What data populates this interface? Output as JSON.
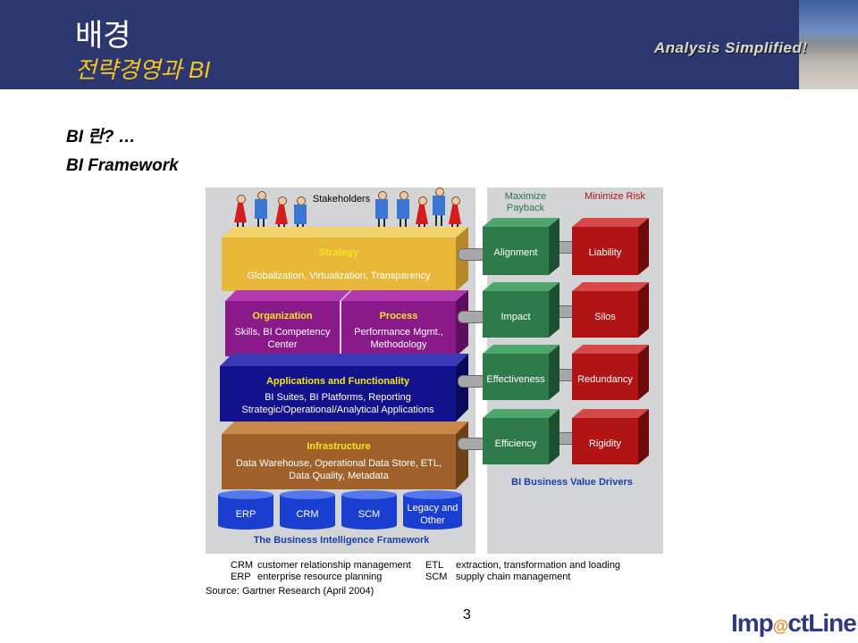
{
  "header": {
    "title": "배경",
    "subtitle": "전략경영과 BI",
    "tagline": "Analysis Simplified!"
  },
  "headings": {
    "h1": "BI 란? …",
    "h2": "BI Framework"
  },
  "diagram": {
    "stakeholders_label": "Stakeholders",
    "layers": [
      {
        "title": "Strategy",
        "text": "Globalization, Virtualization, Transparency",
        "color": "#e8b83a"
      },
      {
        "title": "Organization",
        "text": "Skills, BI Competency Center",
        "color": "#8a1a8a"
      },
      {
        "title": "Process",
        "text": "Performance Mgmt., Methodology",
        "color": "#8a1a8a"
      },
      {
        "title": "Applications and Functionality",
        "text": "BI Suites, BI Platforms, Reporting Strategic/Operational/Analytical Applications",
        "color": "#12128c"
      },
      {
        "title": "Infrastructure",
        "text": "Data Warehouse, Operational Data Store, ETL, Data Quality, Metadata",
        "color": "#a0622a"
      }
    ],
    "cylinders": [
      "ERP",
      "CRM",
      "SCM",
      "Legacy and Other"
    ],
    "framework_caption": "The Business Intelligence Framework",
    "maximize_header": "Maximize Payback",
    "minimize_header": "Minimize Risk",
    "payback": [
      "Alignment",
      "Impact",
      "Effectiveness",
      "Efficiency"
    ],
    "risk": [
      "Liability",
      "Silos",
      "Redundancy",
      "Rigidity"
    ],
    "value_caption": "BI Business Value Drivers",
    "colors": {
      "payback": "#2e7a4a",
      "risk": "#b01414",
      "cylinder": "#1a3fd0",
      "caption": "#1a3fa8"
    }
  },
  "legend": [
    {
      "abbr": "CRM",
      "desc": "customer relationship management"
    },
    {
      "abbr": "ERP",
      "desc": "enterprise resource planning"
    },
    {
      "abbr": "ETL",
      "desc": "extraction, transformation and loading"
    },
    {
      "abbr": "SCM",
      "desc": "supply chain management"
    }
  ],
  "source": "Source: Gartner Research (April 2004)",
  "page_number": "3",
  "logo": {
    "part1": "Imp",
    "at": "@",
    "part2": "ctLine"
  }
}
